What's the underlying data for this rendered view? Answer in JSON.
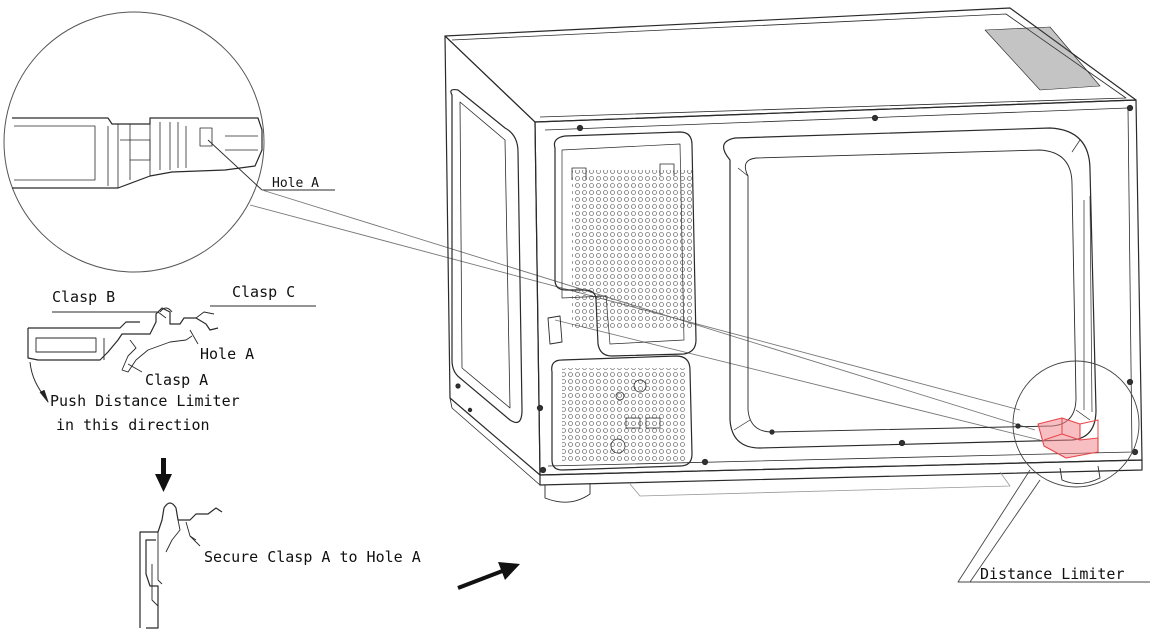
{
  "labels": {
    "hole_a_zoom": "Hole A",
    "clasp_b": "Clasp B",
    "clasp_c": "Clasp C",
    "hole_a": "Hole A",
    "clasp_a": "Clasp A",
    "push_line1": "Push Distance Limiter",
    "push_line2": "in this direction",
    "secure": "Secure Clasp A to Hole A",
    "distance_limiter": "Distance Limiter"
  },
  "colors": {
    "line": "#2a2a2a",
    "light_line": "#8a8a8a",
    "highlight": "#e8454a"
  }
}
